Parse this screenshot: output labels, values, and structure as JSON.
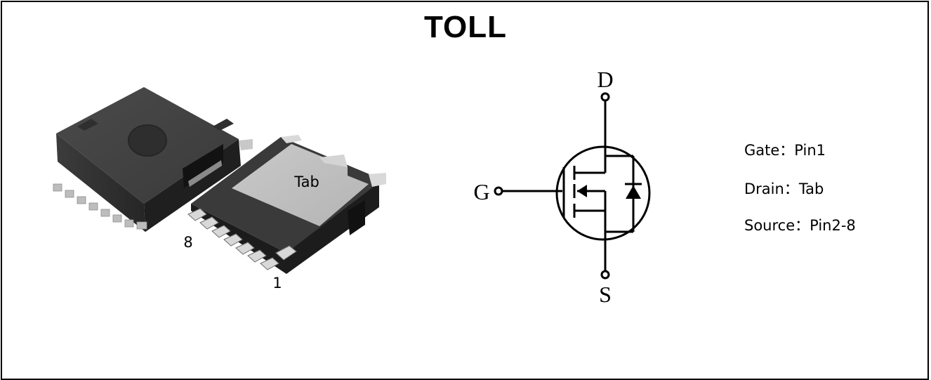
{
  "title": "TOLL",
  "package": {
    "tab_label": "Tab",
    "pin_first": "1",
    "pin_last": "8"
  },
  "symbol": {
    "drain": "D",
    "gate": "G",
    "source": "S"
  },
  "pin_legend": [
    {
      "name": "Gate",
      "sep": "：",
      "value": "Pin1"
    },
    {
      "name": "Drain",
      "sep": "：",
      "value": "Tab"
    },
    {
      "name": "Source",
      "sep": "：",
      "value": "Pin2-8"
    }
  ]
}
